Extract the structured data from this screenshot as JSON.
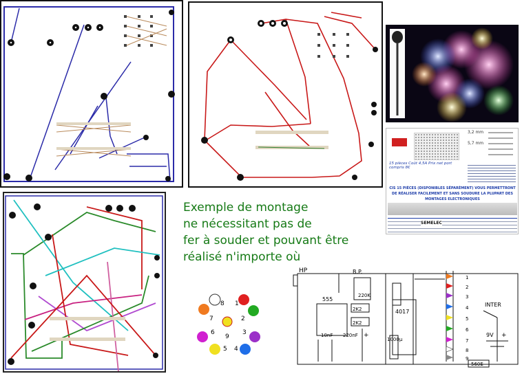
{
  "caption": {
    "line1": "Exemple de montage",
    "line2": "ne nécessitant  pas de",
    "line3": "fer à souder et pouvant être",
    "line4": "réalisé n'importe où"
  },
  "led_ring": {
    "labels": [
      "1",
      "2",
      "3",
      "4",
      "5",
      "6",
      "7",
      "8",
      "9"
    ],
    "colors": {
      "white": "#ffffff",
      "red": "#e02020",
      "green": "#22aa22",
      "orange": "#f07a20",
      "purple": "#9b30c8",
      "magenta": "#d020d0",
      "yellow": "#f0e020",
      "blue": "#1f6ee8"
    }
  },
  "schematic": {
    "speaker_label": "HP",
    "bp_label": "B.P.",
    "ic1_label": "555",
    "ic2_label": "4017",
    "r1_label": "220K",
    "r2_label": "2K2",
    "r3_label": "2K2",
    "r4_label": "1000µ",
    "c1_label": "10nF",
    "c2_label": "220nF",
    "plus_label": "+",
    "inter_label": "INTER",
    "battery_label": "9V",
    "battery_plus": "+",
    "resistor_out_label": "560E",
    "outputs": [
      "1",
      "2",
      "3",
      "4",
      "5",
      "6",
      "7",
      "8",
      "9"
    ]
  },
  "ad": {
    "brand": "SEMELEC",
    "blue_text": "15 pièces Coût 4,5A Prix net port compris 8€",
    "headline1": "CIS 15 PIÈCES  (DISPONIBLES SÉPARÉMENT)  VOUS PERMETTRONT",
    "headline2": "DE RÉALISER FACILEMENT ET SANS SOUDURE LA PLUPART DES",
    "headline3": "MONTAGES ELECTRONIQUES",
    "size1": "3,2 mm",
    "size2": "5,7 mm"
  }
}
